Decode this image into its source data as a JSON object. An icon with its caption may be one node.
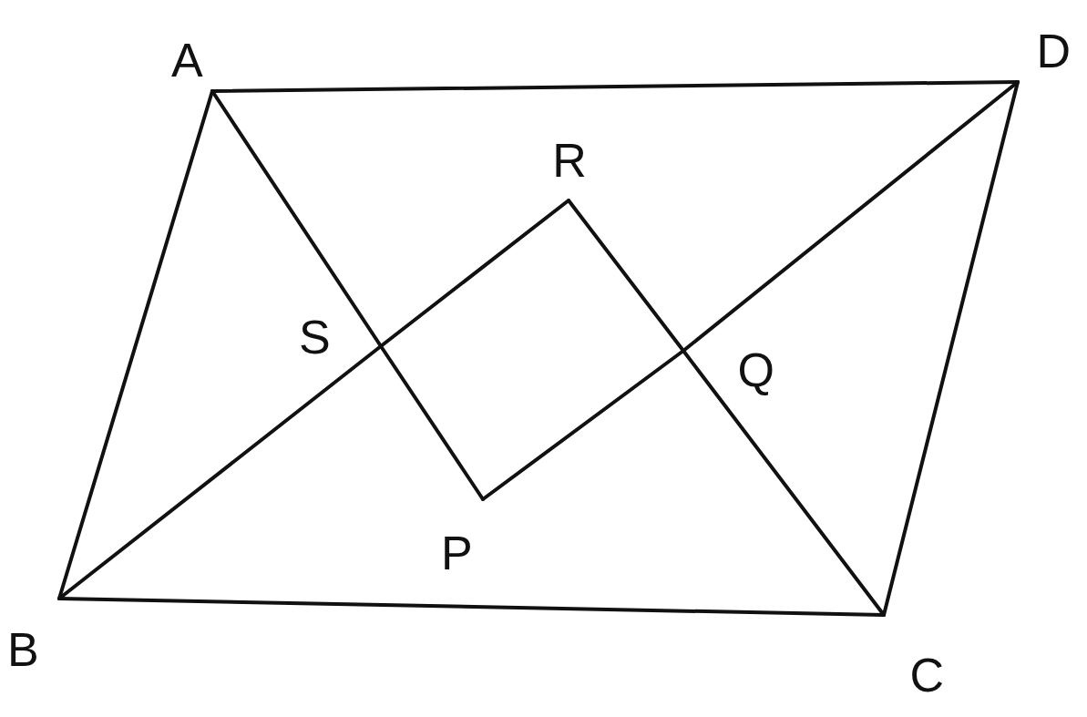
{
  "diagram": {
    "nodes": [
      {
        "text": [
          "A"
        ]
      },
      {
        "text": [
          "D"
        ]
      },
      {
        "text": [
          "R"
        ]
      },
      {
        "text": [
          "S"
        ]
      },
      {
        "text": [
          "Q"
        ]
      },
      {
        "text": [
          "P"
        ]
      },
      {
        "text": [
          "B"
        ]
      },
      {
        "text": [
          "C"
        ]
      }
    ],
    "edges": [
      {
        "from": 0,
        "to": 1,
        "arrow": "none"
      },
      {
        "from": 0,
        "to": 6,
        "arrow": "none"
      },
      {
        "from": 6,
        "to": 7,
        "arrow": "none"
      },
      {
        "from": 1,
        "to": 7,
        "arrow": "none"
      },
      {
        "from": 0,
        "to": 3,
        "arrow": "none"
      },
      {
        "from": 3,
        "to": 5,
        "arrow": "none"
      },
      {
        "from": 6,
        "to": 3,
        "arrow": "none"
      },
      {
        "from": 3,
        "to": 2,
        "arrow": "none"
      },
      {
        "from": 2,
        "to": 4,
        "arrow": "none"
      },
      {
        "from": 4,
        "to": 7,
        "arrow": "none"
      },
      {
        "from": 5,
        "to": 4,
        "arrow": "none"
      },
      {
        "from": 4,
        "to": 1,
        "arrow": "none"
      }
    ]
  }
}
